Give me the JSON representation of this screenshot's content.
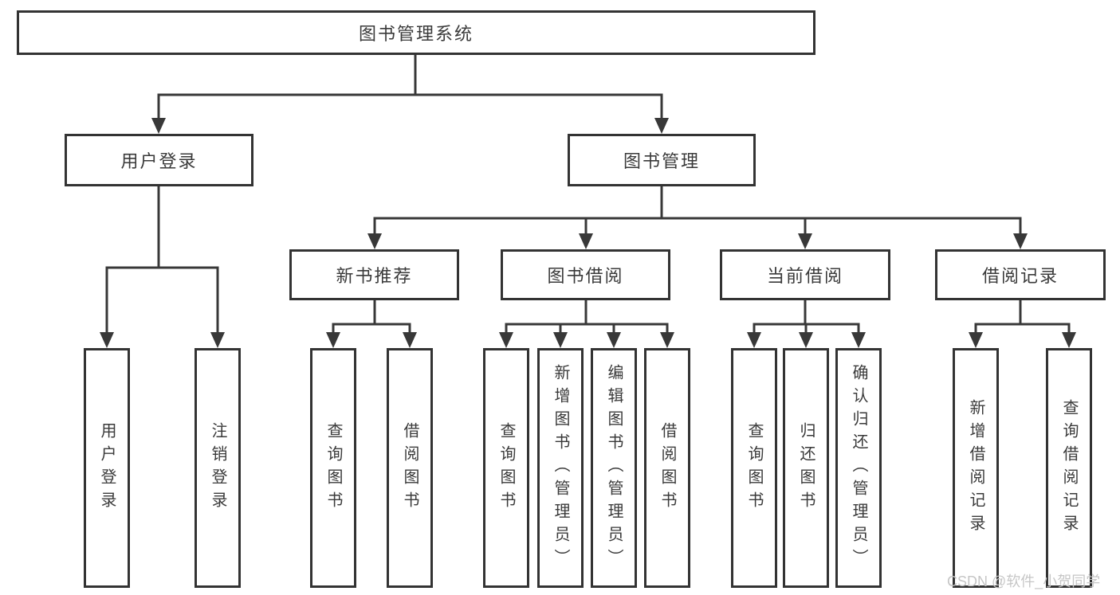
{
  "tree": {
    "label": "图书管理系统",
    "children": [
      {
        "label": "用户登录",
        "children": [
          {
            "label": "用户登录"
          },
          {
            "label": "注销登录"
          }
        ]
      },
      {
        "label": "图书管理",
        "children": [
          {
            "label": "新书推荐",
            "children": [
              {
                "label": "查询图书"
              },
              {
                "label": "借阅图书"
              }
            ]
          },
          {
            "label": "图书借阅",
            "children": [
              {
                "label": "查询图书"
              },
              {
                "label": "新增图书（管理员）"
              },
              {
                "label": "编辑图书（管理员）"
              },
              {
                "label": "借阅图书"
              }
            ]
          },
          {
            "label": "当前借阅",
            "children": [
              {
                "label": "查询图书"
              },
              {
                "label": "归还图书"
              },
              {
                "label": "确认归还（管理员）"
              }
            ]
          },
          {
            "label": "借阅记录",
            "children": [
              {
                "label": "新增借阅记录"
              },
              {
                "label": "查询借阅记录"
              }
            ]
          }
        ]
      }
    ]
  },
  "watermark": "CSDN @软件_小贺同学",
  "colors": {
    "line": "#383838",
    "box_border": "#333333",
    "text": "#3a3a3a",
    "watermark": "#c6c6c6",
    "background": "#ffffff"
  }
}
